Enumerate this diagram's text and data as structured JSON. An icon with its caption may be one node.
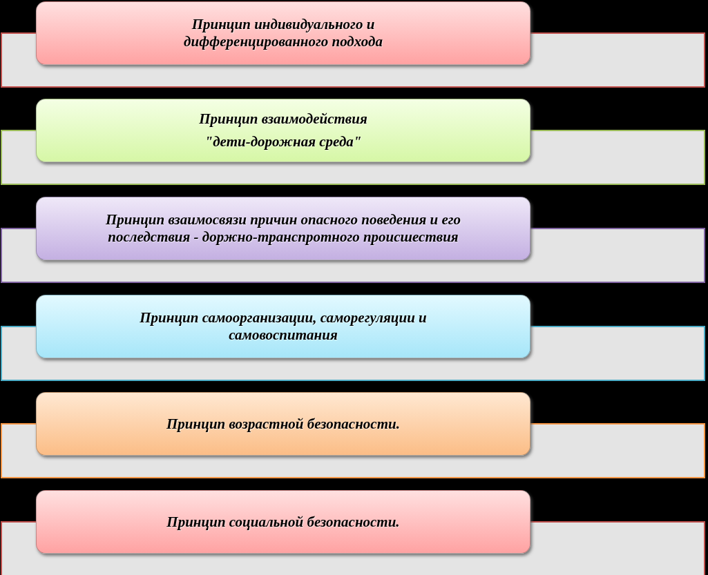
{
  "diagram": {
    "nodes": [
      {
        "text": [
          "Принцип индивидуального и дифференцированного подхода"
        ]
      },
      {
        "text": [
          "Принцип взаимодействия \"дети-дорожная среда\""
        ]
      },
      {
        "text": [
          "Принцип взаимосвязи причин опасного поведения и его последствия - доржно-транспротного происшествия"
        ]
      },
      {
        "text": [
          "Принцип самоорганизации, саморегуляции и самовоспитания"
        ]
      },
      {
        "text": [
          "Принцип возрастной безопасности."
        ]
      },
      {
        "text": [
          "Принцип социальной безопасности."
        ]
      }
    ]
  }
}
